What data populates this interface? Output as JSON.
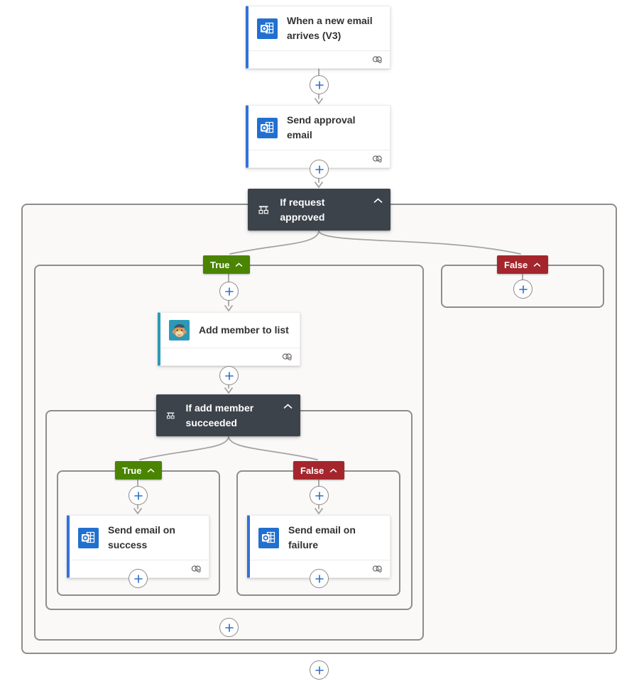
{
  "flow": {
    "nodes": {
      "trigger": {
        "title": "When a new email arrives (V3)",
        "connector": "outlook"
      },
      "send_approval_email": {
        "title": "Send approval email",
        "connector": "outlook"
      },
      "if_request_approved": {
        "title": "If request approved"
      },
      "add_member_to_list": {
        "title": "Add member to list",
        "connector": "mailchimp"
      },
      "if_add_member_succeeded": {
        "title": "If add member succeeded"
      },
      "send_email_on_success": {
        "title": "Send email on success",
        "connector": "outlook"
      },
      "send_email_on_failure": {
        "title": "Send email on failure",
        "connector": "outlook"
      }
    },
    "labels": {
      "true": "True",
      "false": "False"
    },
    "icons": {
      "outlook": "outlook-icon",
      "mailchimp": "mailchimp-icon",
      "condition": "condition-icon",
      "chevron": "chevron-up-icon",
      "connection": "connection-icon",
      "plus": "plus-icon"
    },
    "colors": {
      "true_badge": "#4a8400",
      "false_badge": "#a4262c",
      "condition_card": "#3d434b",
      "outlook_accent": "#3272d9",
      "outlook_tile": "#2170d0",
      "mailchimp_accent": "#2c9ab7",
      "plus_glyph": "#2b70c8",
      "connector_line": "#a6a4a2",
      "scope_border": "#8f8d8b",
      "scope_background": "#faf9f8"
    }
  }
}
